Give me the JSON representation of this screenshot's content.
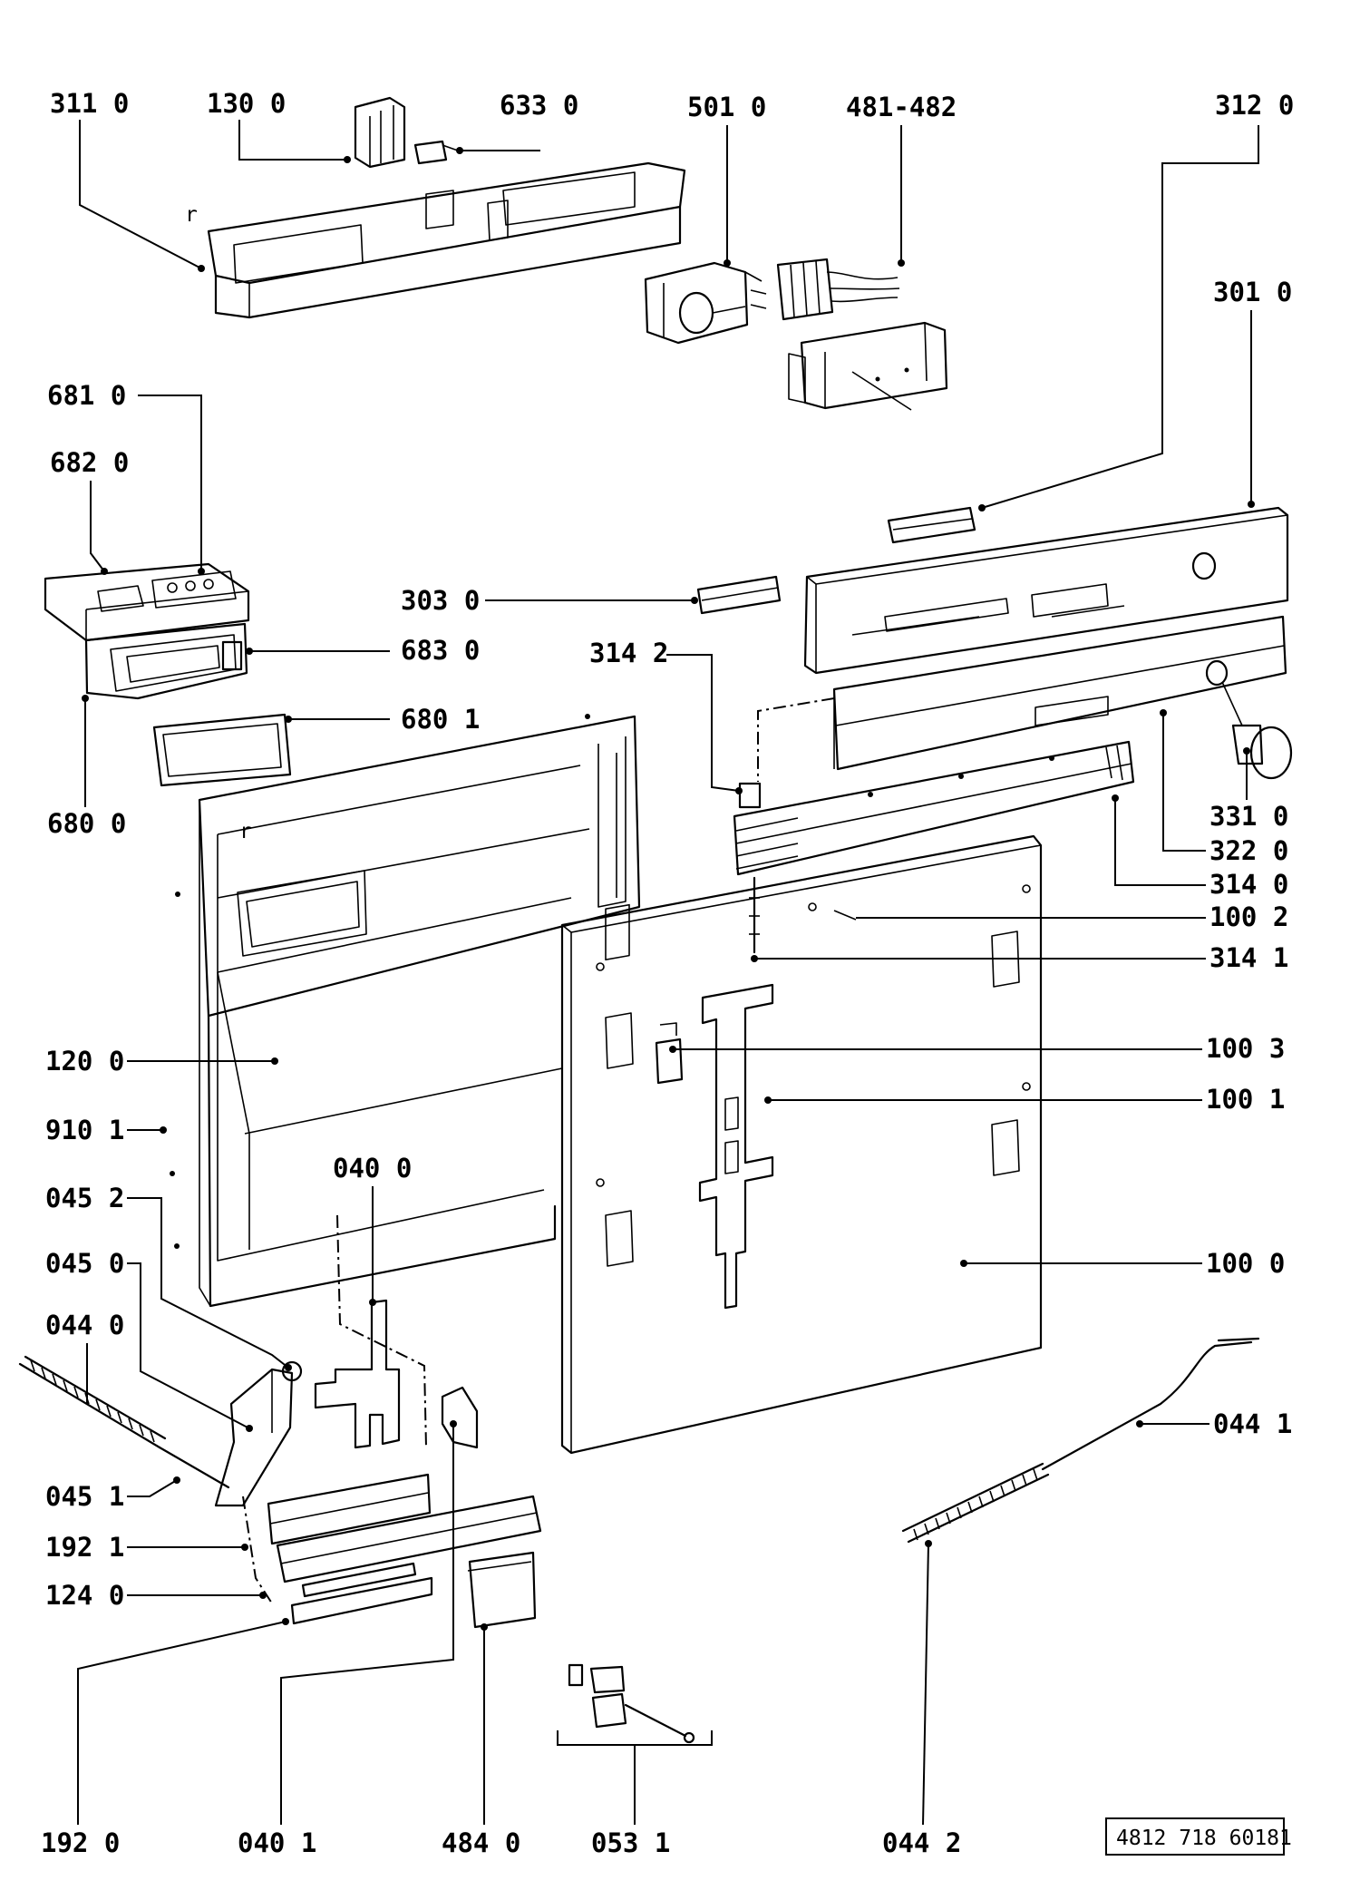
{
  "diagram": {
    "drawing_number": "4812 718 60181",
    "labels": [
      "311 0",
      "130 0",
      "633 0",
      "501 0",
      "481-482",
      "312 0",
      "301 0",
      "681 0",
      "682 0",
      "303 0",
      "683 0",
      "314 2",
      "680 1",
      "680 0",
      "331 0",
      "322 0",
      "314 0",
      "100 2",
      "314 1",
      "100 3",
      "100 1",
      "120 0",
      "910 1",
      "040 0",
      "045 2",
      "045 0",
      "100 0",
      "044 0",
      "044 1",
      "045 1",
      "192 1",
      "124 0",
      "192 0",
      "040 1",
      "484 0",
      "053 1",
      "044 2"
    ]
  }
}
